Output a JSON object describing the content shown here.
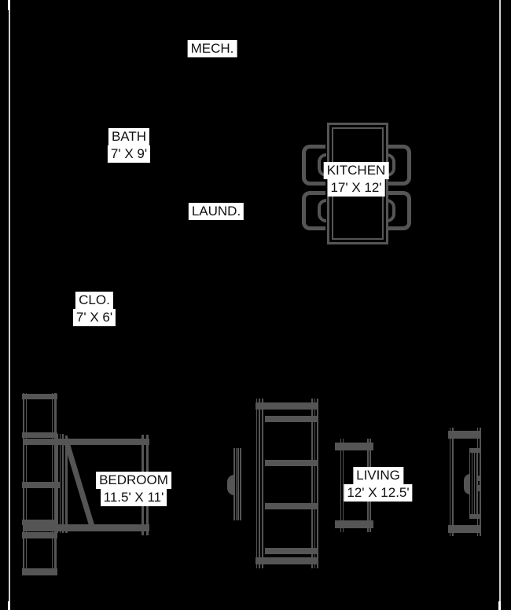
{
  "floor_plan": {
    "background_color": "#000000",
    "wall_line_color": "#cfcfcf",
    "furniture_color": "#555555",
    "label_background": "#ffffff",
    "label_text_color": "#111111",
    "rooms": {
      "mech": {
        "name": "MECH."
      },
      "bath": {
        "name": "BATH",
        "dims": "7' X 9'"
      },
      "kitchen": {
        "name": "KITCHEN",
        "dims": "17' X 12'"
      },
      "laundry": {
        "name": "LAUND."
      },
      "closet": {
        "name": "CLO.",
        "dims": "7' X 6'"
      },
      "bedroom": {
        "name": "BEDROOM",
        "dims": "11.5' X 11'"
      },
      "living": {
        "name": "LIVING",
        "dims": "12' X 12.5'"
      }
    },
    "furniture": [
      "dining-table-with-four-chairs",
      "bed-with-folded-blanket",
      "closet-shelving-unit",
      "bookshelf",
      "coffee-table",
      "wall-console",
      "armchair"
    ]
  }
}
